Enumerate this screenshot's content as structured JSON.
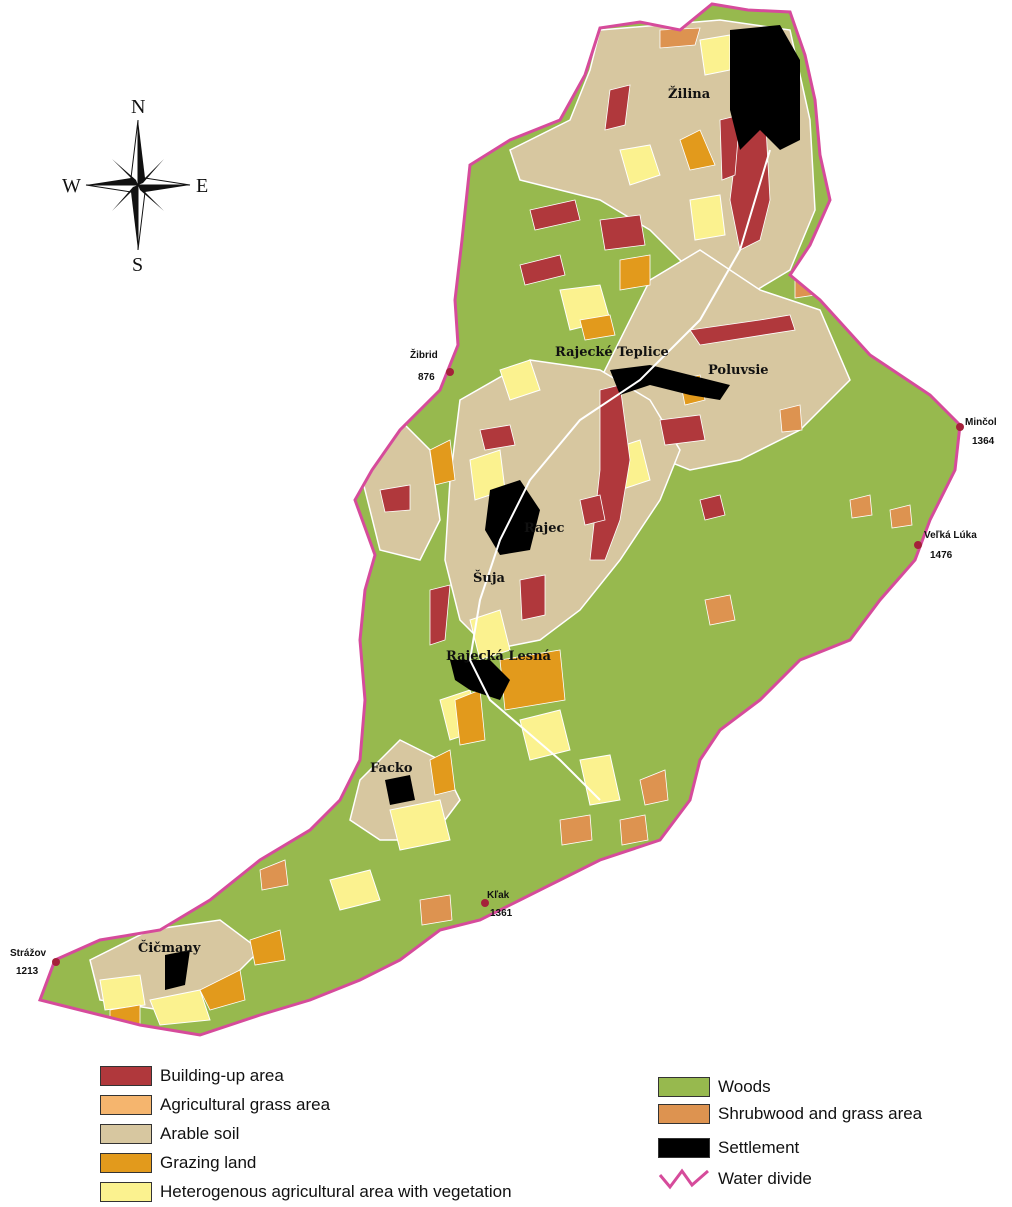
{
  "compass": {
    "north": "N",
    "south": "S",
    "east": "E",
    "west": "W"
  },
  "places": {
    "zilina": "Žilina",
    "rajecke_teplice": "Rajecké Teplice",
    "poluvsie": "Poluvsie",
    "rajec": "Rajec",
    "suja": "Šuja",
    "rajecka_lesna": "Rajecká Lesná",
    "fackov": "Facko",
    "cicmany": "Čičmany"
  },
  "peaks": {
    "zibrid": {
      "name": "Žibrid",
      "elev": "876"
    },
    "minciol": {
      "name": "Minčol",
      "elev": "1364"
    },
    "velka_luka": {
      "name": "Veľká Lúka",
      "elev": "1476"
    },
    "klak": {
      "name": "Kľak",
      "elev": "1361"
    },
    "strazov": {
      "name": "Strážov",
      "elev": "1213"
    }
  },
  "legend": {
    "left": [
      {
        "label": "Building-up area",
        "color": "#b0383c"
      },
      {
        "label": "Agricultural grass area",
        "color": "#f5b56e"
      },
      {
        "label": "Arable soil",
        "color": "#d7c7a0"
      },
      {
        "label": "Grazing land",
        "color": "#e29a1c"
      },
      {
        "label": "Heterogenous agricultural area with vegetation",
        "color": "#fbf28f"
      }
    ],
    "right": [
      {
        "label": "Woods",
        "color": "#97b94e"
      },
      {
        "label": "Shrubwood and grass area",
        "color": "#dd9350"
      },
      {
        "label": "Settlement",
        "color": "#000000"
      },
      {
        "label": "Water divide",
        "color": "#d64b9b"
      }
    ]
  },
  "colors": {
    "woods": "#97b94e",
    "arable": "#d7c7a0",
    "building": "#b0383c",
    "grazing": "#e29a1c",
    "shrub": "#dd9350",
    "hetero": "#fbf28f",
    "settlement": "#000000",
    "divide": "#d64b9b",
    "peak_dot": "#a4213a"
  }
}
